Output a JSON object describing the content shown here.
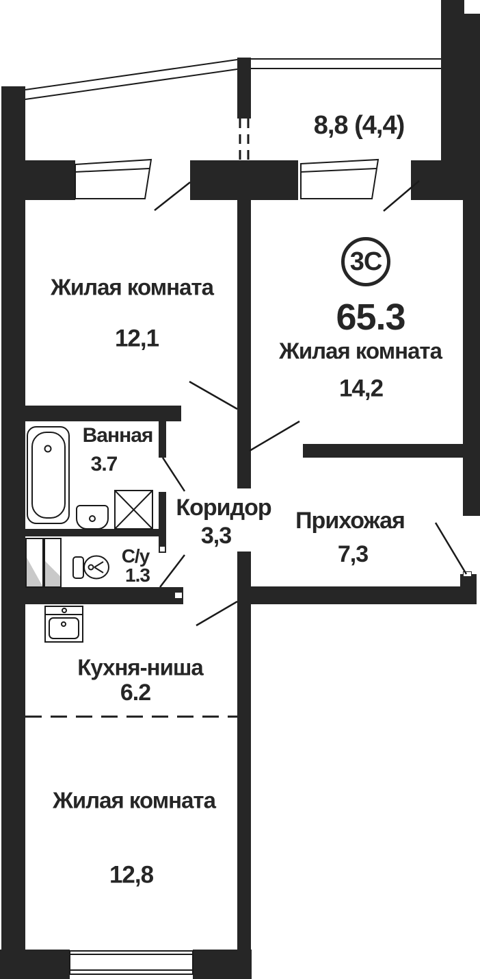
{
  "unit": {
    "badge": "3С",
    "total_area": "65.3"
  },
  "balcony": {
    "area": "8,8 (4,4)"
  },
  "rooms": {
    "living1": {
      "name": "Жилая комната",
      "area": "12,1"
    },
    "living2": {
      "name": "Жилая комната",
      "area": "14,2"
    },
    "living3": {
      "name": "Жилая комната",
      "area": "12,8"
    },
    "bathroom": {
      "name": "Ванная",
      "area": "3.7"
    },
    "toilet": {
      "name": "С/у",
      "area": "1.3"
    },
    "corridor": {
      "name": "Коридор",
      "area": "3,3"
    },
    "hallway": {
      "name": "Прихожая",
      "area": "7,3"
    },
    "kitchen": {
      "name": "Кухня-ниша",
      "area": "6.2"
    }
  },
  "colors": {
    "wall": "#262626",
    "line": "#1a1a1a",
    "text": "#262626",
    "shading": "#c9c9c9"
  }
}
